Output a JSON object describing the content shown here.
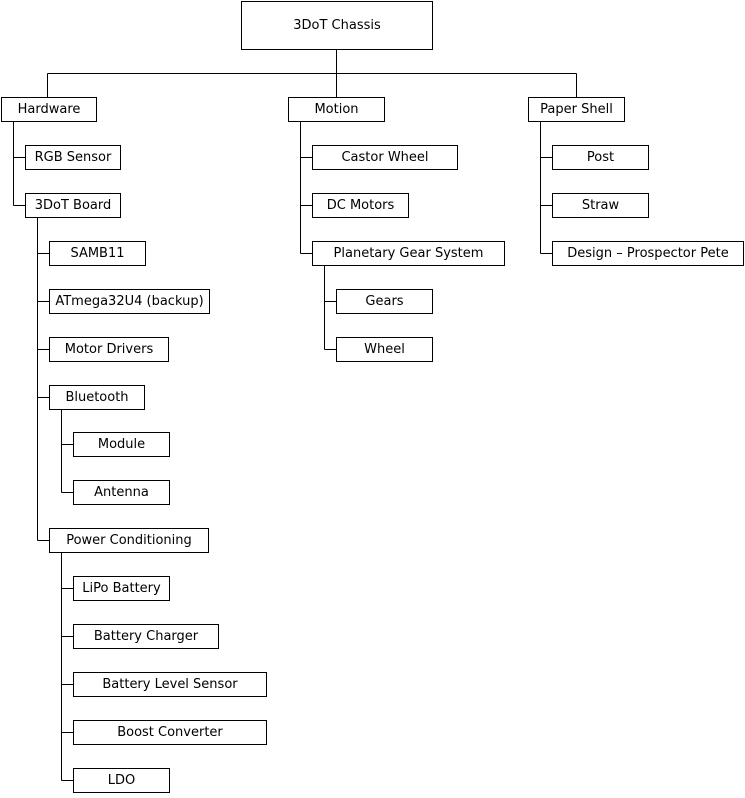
{
  "root": {
    "label": "3DoT Chassis"
  },
  "hardware": {
    "label": "Hardware",
    "rgb_sensor": "RGB Sensor",
    "board": {
      "label": "3DoT Board",
      "samb11": "SAMB11",
      "atmega": "ATmega32U4 (backup)",
      "motor_drivers": "Motor Drivers",
      "bluetooth": {
        "label": "Bluetooth",
        "module": "Module",
        "antenna": "Antenna"
      },
      "power": {
        "label": "Power Conditioning",
        "lipo": "LiPo Battery",
        "charger": "Battery Charger",
        "level_sensor": "Battery Level Sensor",
        "boost": "Boost Converter",
        "ldo": "LDO"
      }
    }
  },
  "motion": {
    "label": "Motion",
    "castor_wheel": "Castor Wheel",
    "dc_motors": "DC Motors",
    "planetary": {
      "label": "Planetary Gear System",
      "gears": "Gears",
      "wheel": "Wheel"
    }
  },
  "paper_shell": {
    "label": "Paper Shell",
    "post": "Post",
    "straw": "Straw",
    "design": "Design – Prospector Pete"
  }
}
